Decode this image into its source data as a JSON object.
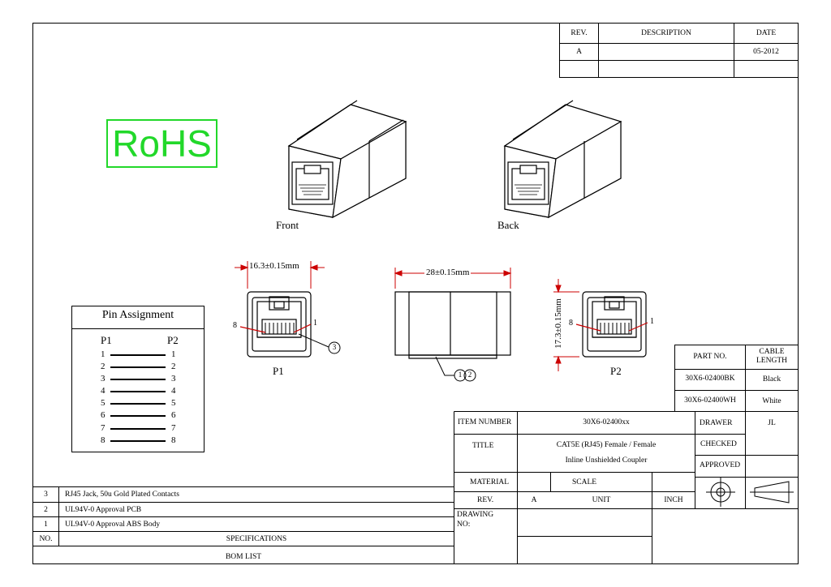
{
  "revision_block": {
    "headers": {
      "rev": "REV.",
      "description": "DESCRIPTION",
      "date": "DATE"
    },
    "row": {
      "rev": "A",
      "description": "",
      "date": "05-2012"
    }
  },
  "rohs": "RoHS",
  "views": {
    "front": "Front",
    "back": "Back",
    "p1": "P1",
    "p2": "P2"
  },
  "dimensions": {
    "width": "16.3±0.15mm",
    "length": "28±0.15mm",
    "height": "17.3±0.15mm"
  },
  "callouts": {
    "c3": "3",
    "c1": "1",
    "c2": "2"
  },
  "pin_markers": {
    "p1_left": "8",
    "p1_right": "1",
    "p2_left": "8",
    "p2_right": "1"
  },
  "pin_assignment": {
    "title": "Pin Assignment",
    "col1": "P1",
    "col2": "P2",
    "rows": [
      {
        "p1": "1",
        "p2": "1"
      },
      {
        "p1": "2",
        "p2": "2"
      },
      {
        "p1": "3",
        "p2": "3"
      },
      {
        "p1": "4",
        "p2": "4"
      },
      {
        "p1": "5",
        "p2": "5"
      },
      {
        "p1": "6",
        "p2": "6"
      },
      {
        "p1": "7",
        "p2": "7"
      },
      {
        "p1": "8",
        "p2": "8"
      }
    ]
  },
  "part_table": {
    "headers": {
      "part": "PART NO.",
      "cable1": "CABLE",
      "cable2": "LENGTH"
    },
    "rows": [
      {
        "part": "30X6-02400BK",
        "color": "Black"
      },
      {
        "part": "30X6-02400WH",
        "color": "White"
      }
    ]
  },
  "title_block": {
    "item_number_label": "ITEM NUMBER",
    "item_number": "30X6-02400xx",
    "title_label": "TITLE",
    "title_line1": "CAT5E (RJ45) Female / Female",
    "title_line2": "Inline Unshielded Coupler",
    "drawer_label": "DRAWER",
    "drawer": "JL",
    "checked_label": "CHECKED",
    "approved_label": "APPROVED",
    "material_label": "MATERIAL",
    "scale_label": "SCALE",
    "rev_label": "REV.",
    "rev": "A",
    "unit_label": "UNIT",
    "unit": "INCH",
    "drawing_no_label1": "DRAWING",
    "drawing_no_label2": "NO:"
  },
  "bom": {
    "rows": [
      {
        "no": "3",
        "spec": "RJ45 Jack, 50u Gold Plated Contacts"
      },
      {
        "no": "2",
        "spec": "UL94V-0 Approval PCB"
      },
      {
        "no": "1",
        "spec": "UL94V-0 Approval ABS Body"
      }
    ],
    "no_header": "NO.",
    "spec_header": "SPECIFICATIONS",
    "footer": "BOM LIST"
  }
}
